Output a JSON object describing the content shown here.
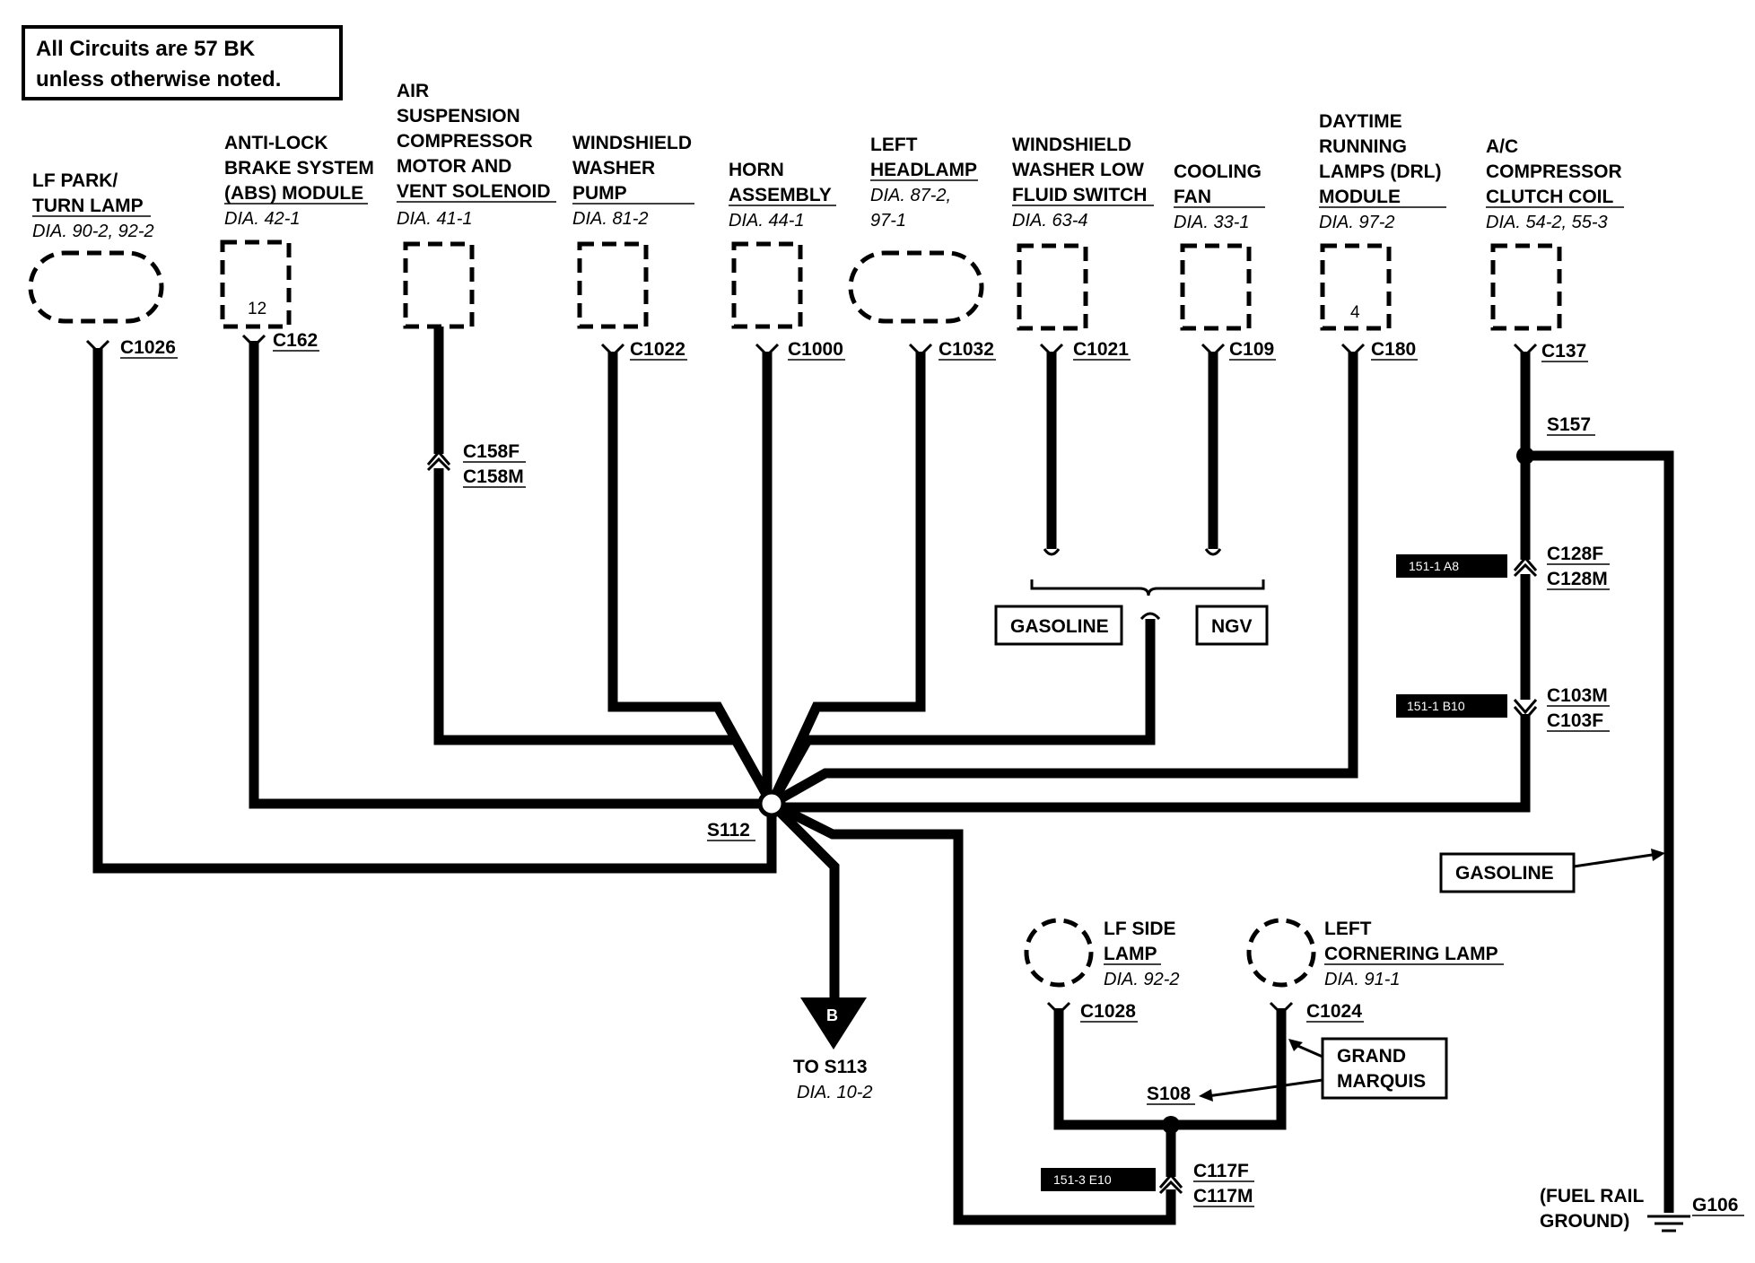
{
  "note": {
    "line1": "All Circuits are 57 BK",
    "line2": "unless otherwise noted."
  },
  "components": [
    {
      "id": "lf_park",
      "lines": [
        "LF PARK/",
        "TURN LAMP"
      ],
      "dia": "DIA. 90-2, 92-2",
      "connector": "C1026",
      "pin": ""
    },
    {
      "id": "abs",
      "lines": [
        "ANTI-LOCK",
        "BRAKE SYSTEM",
        "(ABS) MODULE"
      ],
      "dia": "DIA. 42-1",
      "connector": "C162",
      "pin": "12"
    },
    {
      "id": "air_susp",
      "lines": [
        "AIR",
        "SUSPENSION",
        "COMPRESSOR",
        "MOTOR AND",
        "VENT SOLENOID"
      ],
      "dia": "DIA. 41-1",
      "connector": "",
      "pin": ""
    },
    {
      "id": "washer_pump",
      "lines": [
        "WINDSHIELD",
        "WASHER",
        "PUMP"
      ],
      "dia": "DIA. 81-2",
      "connector": "C1022",
      "pin": ""
    },
    {
      "id": "horn",
      "lines": [
        "HORN",
        "ASSEMBLY"
      ],
      "dia": "DIA. 44-1",
      "connector": "C1000",
      "pin": ""
    },
    {
      "id": "left_headlamp",
      "lines": [
        "LEFT",
        "HEADLAMP"
      ],
      "dia": "DIA. 87-2,",
      "dia2": "97-1",
      "connector": "C1032",
      "pin": ""
    },
    {
      "id": "washer_low",
      "lines": [
        "WINDSHIELD",
        "WASHER LOW",
        "FLUID SWITCH"
      ],
      "dia": "DIA. 63-4",
      "connector": "C1021",
      "pin": ""
    },
    {
      "id": "cooling_fan",
      "lines": [
        "COOLING",
        "FAN"
      ],
      "dia": "DIA. 33-1",
      "connector": "C109",
      "pin": ""
    },
    {
      "id": "drl",
      "lines": [
        "DAYTIME",
        "RUNNING",
        "LAMPS (DRL)",
        "MODULE"
      ],
      "dia": "DIA. 97-2",
      "connector": "C180",
      "pin": "4"
    },
    {
      "id": "ac",
      "lines": [
        "A/C",
        "COMPRESSOR",
        "CLUTCH COIL"
      ],
      "dia": "DIA. 54-2, 55-3",
      "connector": "C137",
      "pin": ""
    },
    {
      "id": "lf_side",
      "lines": [
        "LF SIDE",
        "LAMP"
      ],
      "dia": "DIA. 92-2",
      "connector": "C1028",
      "pin": ""
    },
    {
      "id": "left_cornering",
      "lines": [
        "LEFT",
        "CORNERING LAMP"
      ],
      "dia": "DIA. 91-1",
      "connector": "C1024",
      "pin": ""
    }
  ],
  "inline_connectors": {
    "c158": [
      "C158F",
      "C158M"
    ],
    "c128": [
      "C128F",
      "C128M"
    ],
    "c103": [
      "C103M",
      "C103F"
    ],
    "c117": [
      "C117F",
      "C117M"
    ]
  },
  "splices": {
    "s112": "S112",
    "s157": "S157",
    "s108": "S108"
  },
  "options": {
    "gasoline": "GASOLINE",
    "ngv": "NGV",
    "gasoline2": "GASOLINE",
    "grand_marquis": [
      "GRAND",
      "MARQUIS"
    ]
  },
  "ref_tags": {
    "t1": "151-1 A8",
    "t2": "151-1 B10",
    "t3": "151-3 E10"
  },
  "arrow_b": {
    "letter": "B",
    "to": "TO S113",
    "dia": "DIA. 10-2"
  },
  "ground": {
    "name": "G106",
    "desc": [
      "(FUEL RAIL",
      "GROUND)"
    ]
  }
}
